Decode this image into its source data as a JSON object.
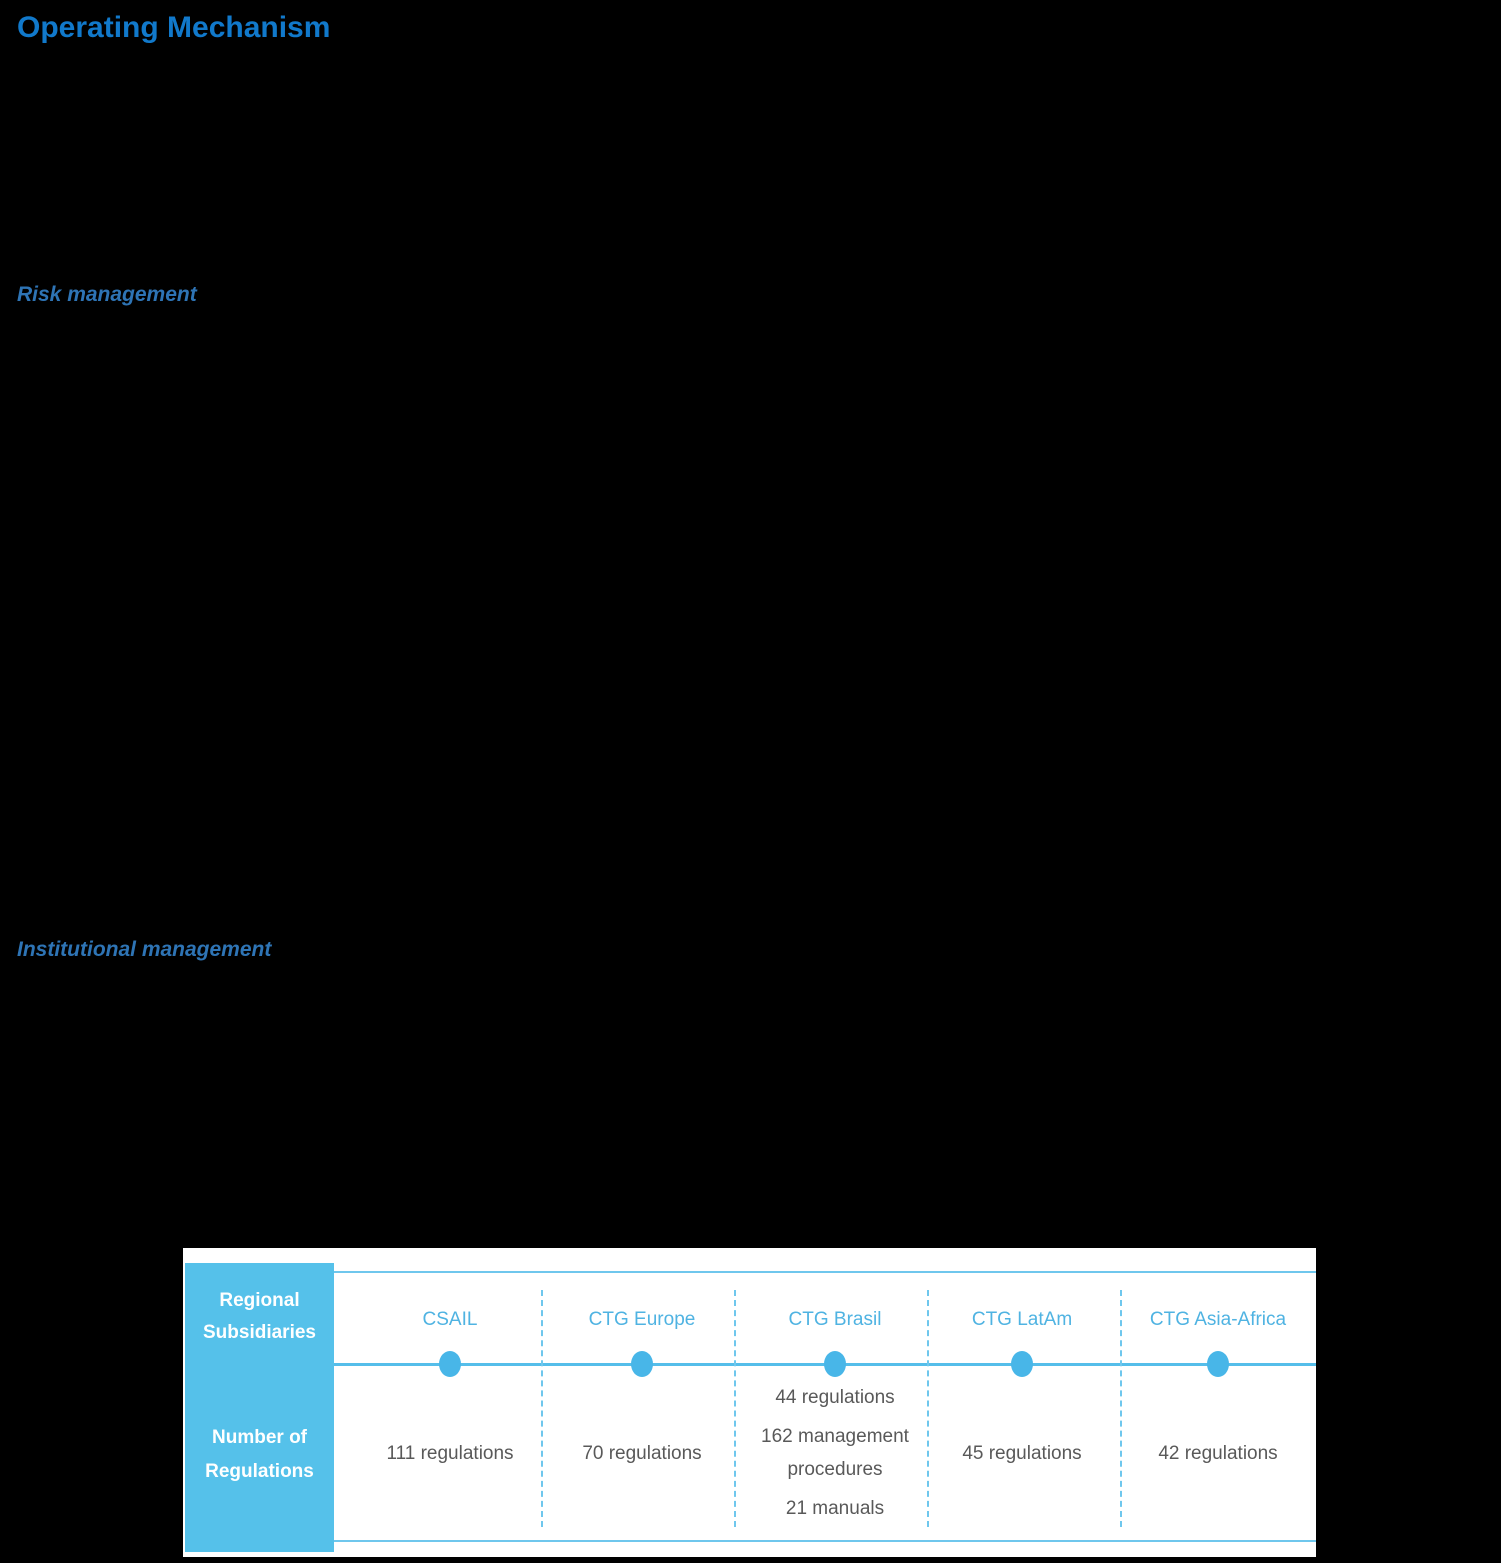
{
  "page": {
    "title": "Operating Mechanism",
    "sections": [
      {
        "heading": "Risk management"
      },
      {
        "heading": "Institutional management"
      }
    ]
  },
  "colors": {
    "title_blue": "#1179CB",
    "subheading_blue": "#2E74B5",
    "accent_light_blue": "#55C1EA",
    "column_header_blue": "#4FB3E2",
    "value_text_gray": "#595959",
    "panel_background": "#FFFFFF",
    "page_background": "#000000"
  },
  "table": {
    "row_labels": [
      {
        "lines": [
          "Regional",
          "Subsidiaries"
        ]
      },
      {
        "lines": [
          "Number of",
          "Regulations"
        ]
      }
    ],
    "columns": [
      {
        "name": "CSAIL",
        "values": [
          "111 regulations"
        ]
      },
      {
        "name": "CTG Europe",
        "values": [
          "70 regulations"
        ]
      },
      {
        "name": "CTG Brasil",
        "values": [
          "44 regulations",
          "162 management procedures",
          "21 manuals"
        ]
      },
      {
        "name": "CTG LatAm",
        "values": [
          "45 regulations"
        ]
      },
      {
        "name": "CTG Asia-Africa",
        "values": [
          "42 regulations"
        ]
      }
    ]
  }
}
